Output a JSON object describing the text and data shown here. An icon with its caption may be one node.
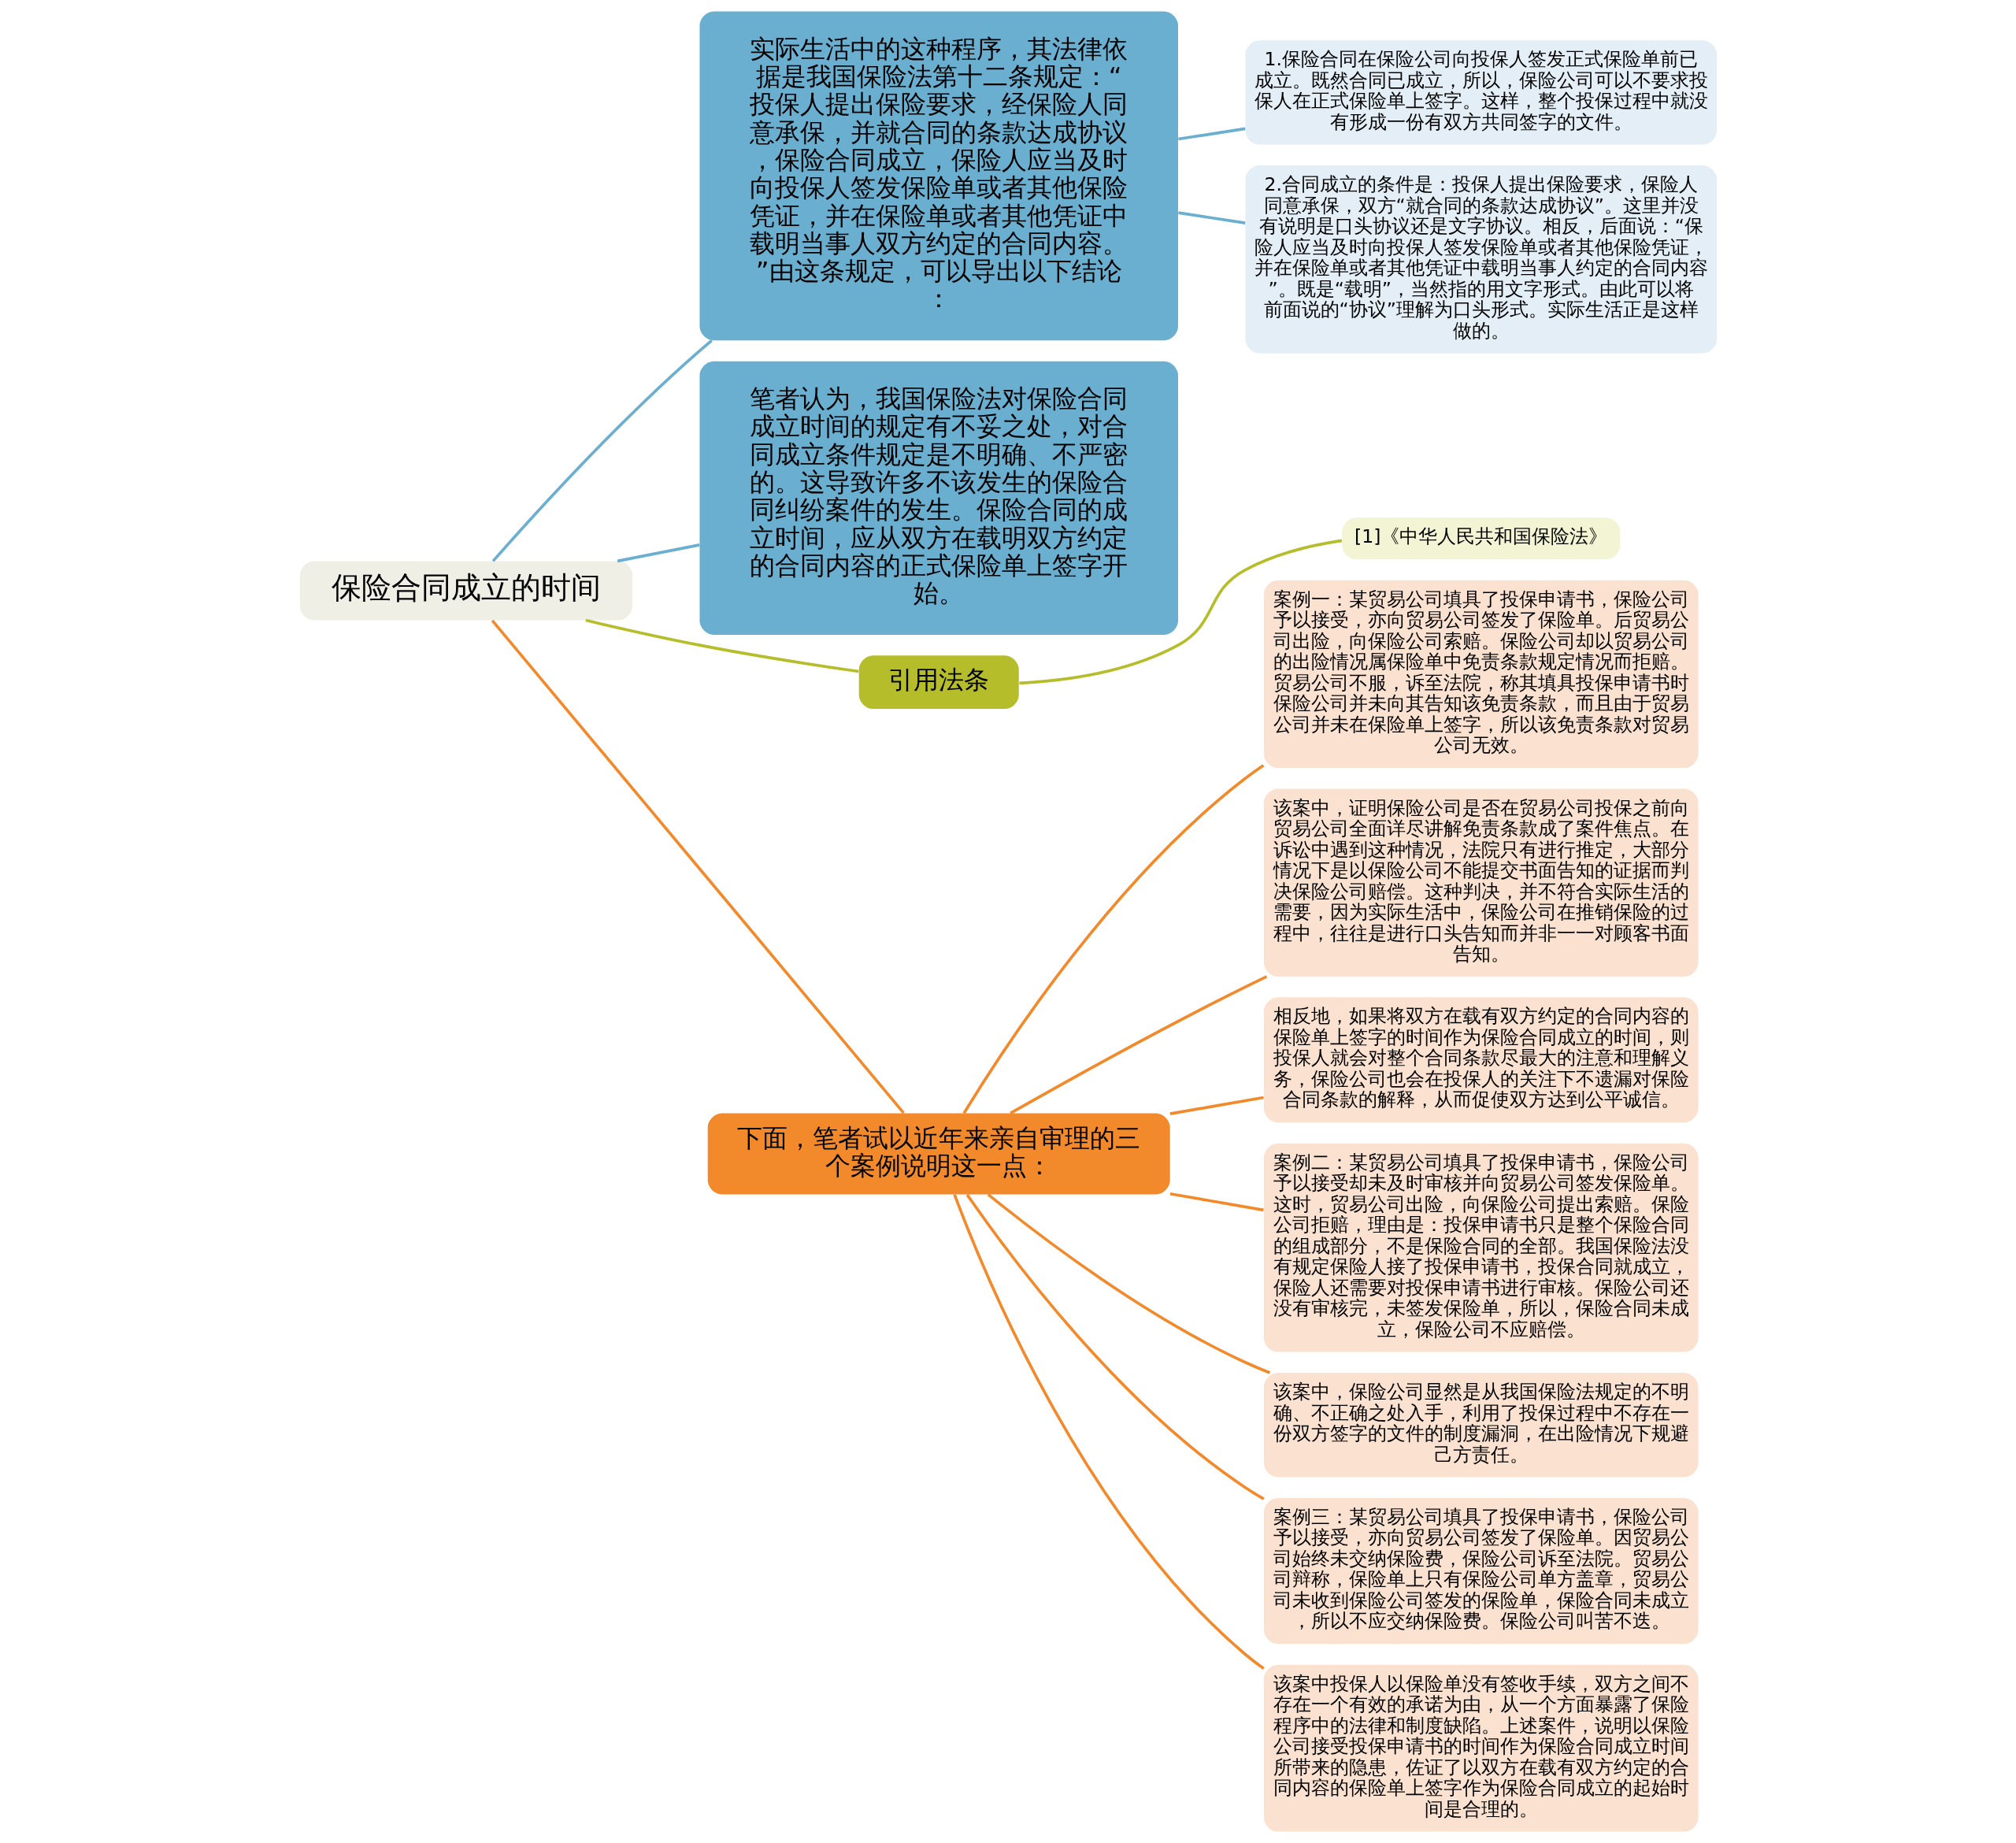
{
  "diagram": {
    "nodes": [
      {
        "text": [
          "保险合同成立的时间"
        ]
      },
      {
        "text": [
          "实际生活中的这种程序，其法律依据是我国保险法第十二条规定：“投保人提出保险要求，经保险人同意承保，并就合同的条款达成协议，保险合同成立，保险人应当及时向投保人签发保险单或者其他保险凭证，并在保险单或者其他凭证中载明当事人双方约定的合同内容。”由这条规定，可以导出以下结论："
        ]
      },
      {
        "text": [
          "1.保险合同在保险公司向投保人签发正式保险单前已成立。既然合同已成立，所以，保险公司可以不要求投保人在正式保险单上签字。这样，整个投保过程中就没有形成一份有双方共同签字的文件。"
        ]
      },
      {
        "text": [
          "2.合同成立的条件是：投保人提出保险要求，保险人同意承保，双方“就合同的条款达成协议”。这里并没有说明是口头协议还是文字协议。相反，后面说：“保险人应当及时向投保人签发保险单或者其他保险凭证，并在保险单或者其他凭证中载明当事人约定的合同内容”。既是“载明”，当然指的用文字形式。由此可以将前面说的“协议”理解为口头形式。实际生活正是这样做的。"
        ]
      },
      {
        "text": [
          "笔者认为，我国保险法对保险合同成立时间的规定有不妥之处，对合同成立条件规定是不明确、不严密的。这导致许多不该发生的保险合同纠纷案件的发生。保险合同的成立时间，应从双方在载明双方约定的合同内容的正式保险单上签字开始。"
        ]
      },
      {
        "text": [
          "引用法条"
        ]
      },
      {
        "text": [
          "[1]《中华人民共和国保险法》"
        ]
      },
      {
        "text": [
          "下面，笔者试以近年来亲自审理的三个案例说明这一点："
        ]
      },
      {
        "text": [
          "案例一：某贸易公司填具了投保申请书，保险公司予以接受，亦向贸易公司签发了保险单。后贸易公司出险，向保险公司索赔。保险公司却以贸易公司的出险情况属保险单中免责条款规定情况而拒赔。贸易公司不服，诉至法院，称其填具投保申请书时保险公司并未向其告知该免责条款，而且由于贸易公司并未在保险单上签字，所以该免责条款对贸易公司无效。"
        ]
      },
      {
        "text": [
          "该案中，证明保险公司是否在贸易公司投保之前向贸易公司全面详尽讲解免责条款成了案件焦点。在诉讼中遇到这种情况，法院只有进行推定，大部分情况下是以保险公司不能提交书面告知的证据而判决保险公司赔偿。这种判决，并不符合实际生活的需要，因为实际生活中，保险公司在推销保险的过程中，往往是进行口头告知而并非一一对顾客书面告知。"
        ]
      },
      {
        "text": [
          "相反地，如果将双方在载有双方约定的合同内容的保险单上签字的时间作为保险合同成立的时间，则投保人就会对整个合同条款尽最大的注意和理解义务，保险公司也会在投保人的关注下不遗漏对保险合同条款的解释，从而促使双方达到公平诚信。"
        ]
      },
      {
        "text": [
          "案例二：某贸易公司填具了投保申请书，保险公司予以接受却未及时审核并向贸易公司签发保险单。这时，贸易公司出险，向保险公司提出索赔。保险公司拒赔，理由是：投保申请书只是整个保险合同的组成部分，不是保险合同的全部。我国保险法没有规定保险人接了投保申请书，投保合同就成立，保险人还需要对投保申请书进行审核。保险公司还没有审核完，未签发保险单，所以，保险合同未成立，保险公司不应赔偿。"
        ]
      },
      {
        "text": [
          "该案中，保险公司显然是从我国保险法规定的不明确、不正确之处入手，利用了投保过程中不存在一份双方签字的文件的制度漏洞，在出险情况下规避己方责任。"
        ]
      },
      {
        "text": [
          "案例三：某贸易公司填具了投保申请书，保险公司予以接受，亦向贸易公司签发了保险单。因贸易公司始终未交纳保险费，保险公司诉至法院。贸易公司辩称，保险单上只有保险公司单方盖章，贸易公司未收到保险公司签发的保险单，保险合同未成立，所以不应交纳保险费。保险公司叫苦不迭。"
        ]
      },
      {
        "text": [
          "该案中投保人以保险单没有签收手续，双方之间不存在一个有效的承诺为由，从一个方面暴露了保险程序中的法律和制度缺陷。上述案件，说明以保险公司接受投保申请书的时间作为保险合同成立时间所带来的隐患，佐证了以双方在载有双方约定的合同内容的保险单上签字作为保险合同成立的起始时间是合理的。"
        ]
      }
    ],
    "edges": [
      {
        "from": 0,
        "to": 1,
        "arrow": "none",
        "color": "#6aaed0"
      },
      {
        "from": 1,
        "to": 2,
        "arrow": "none",
        "color": "#6aaed0"
      },
      {
        "from": 1,
        "to": 3,
        "arrow": "none",
        "color": "#6aaed0"
      },
      {
        "from": 0,
        "to": 4,
        "arrow": "none",
        "color": "#6aaed0"
      },
      {
        "from": 0,
        "to": 5,
        "arrow": "none",
        "color": "#b5bd2a"
      },
      {
        "from": 5,
        "to": 6,
        "arrow": "none",
        "color": "#b5bd2a"
      },
      {
        "from": 0,
        "to": 7,
        "arrow": "none"
      },
      {
        "from": 7,
        "to": 8,
        "arrow": "none"
      },
      {
        "from": 7,
        "to": 9,
        "arrow": "none"
      },
      {
        "from": 7,
        "to": 10,
        "arrow": "none"
      },
      {
        "from": 7,
        "to": 11,
        "arrow": "none"
      },
      {
        "from": 7,
        "to": 12,
        "arrow": "none"
      },
      {
        "from": 7,
        "to": 13,
        "arrow": "none"
      },
      {
        "from": 7,
        "to": 14,
        "arrow": "none"
      }
    ]
  }
}
